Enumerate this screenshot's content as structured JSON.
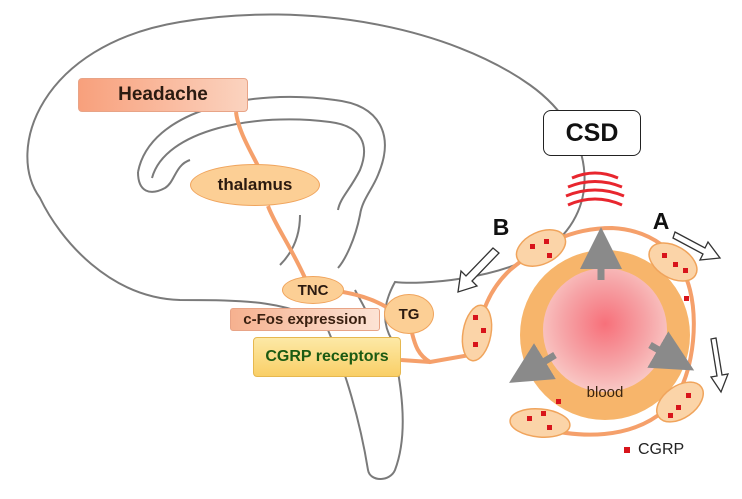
{
  "labels": {
    "headache": "Headache",
    "thalamus": "thalamus",
    "tnc": "TNC",
    "tg": "TG",
    "cfos": "c-Fos expression",
    "cgrp_receptors": "CGRP receptors",
    "csd": "CSD",
    "a": "A",
    "b": "B",
    "blood": "blood",
    "cgrp": "CGRP"
  },
  "colors": {
    "pathway": "#f5a06b",
    "node_fill": "#fccf95",
    "brain_outline": "#7a7a7a",
    "csd_waves": "#e8262e",
    "cgrp_marker": "#d8141b",
    "vessel_wall": "#f7b56b",
    "blood_core": "#f2707a",
    "receptors_text": "#1b5a12"
  }
}
